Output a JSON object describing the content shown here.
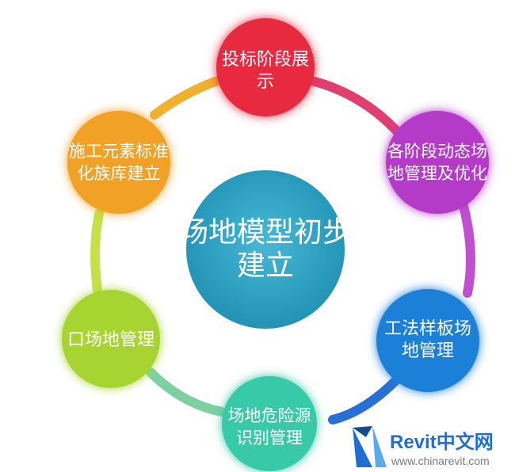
{
  "diagram": {
    "center": {
      "line1": "场地模型初步",
      "line2": "建立",
      "color": "#2ea3c3"
    },
    "nodes": [
      {
        "id": "bid",
        "line1": "投标阶段展",
        "line2": "示",
        "color": "#e8293f"
      },
      {
        "id": "dynamic",
        "line1": "各阶段动态场",
        "line2": "地管理及优化",
        "color": "#b43ac8"
      },
      {
        "id": "method",
        "line1": "工法样板场",
        "line2": "地管理",
        "color": "#1f7fd8"
      },
      {
        "id": "hazard",
        "line1": "场地危险源",
        "line2": "识别管理",
        "color": "#39c9a8"
      },
      {
        "id": "site",
        "line1": "口场地管理",
        "line2": "",
        "color": "#a8d431"
      },
      {
        "id": "family",
        "line1": "施工元素标准",
        "line2": "化族库建立",
        "color": "#f0a126"
      }
    ]
  },
  "watermark": {
    "brand": "Revit中文网",
    "url": "www.chinarevit.com",
    "brand_color": "#1f6fd0",
    "url_color": "#7a7a7a"
  }
}
